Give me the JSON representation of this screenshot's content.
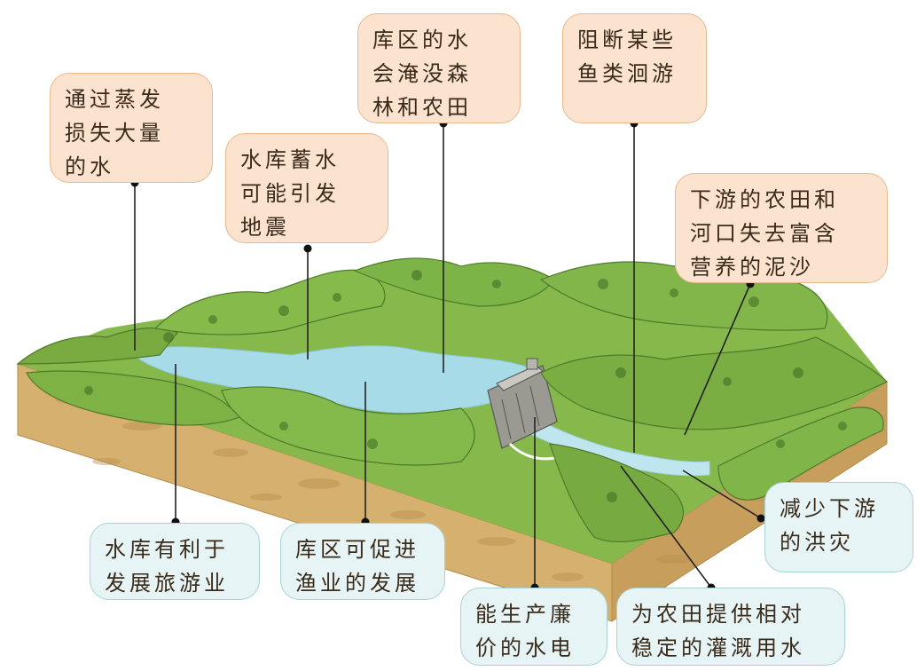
{
  "negative_effects": [
    {
      "id": "evaporation",
      "text": "通过蒸发\n损失大量\n的水"
    },
    {
      "id": "earthquake",
      "text": "水库蓄水\n可能引发\n地震"
    },
    {
      "id": "flooding",
      "text": "库区的水\n会淹没森\n林和农田"
    },
    {
      "id": "fish",
      "text": "阻断某些\n鱼类洄游"
    },
    {
      "id": "silt",
      "text": "下游的农田和\n河口失去富含\n营养的泥沙"
    }
  ],
  "positive_effects": [
    {
      "id": "tourism",
      "text": "水库有利于\n发展旅游业"
    },
    {
      "id": "fishery",
      "text": "库区可促进\n渔业的发展"
    },
    {
      "id": "hydropower",
      "text": "能生产廉\n价的水电"
    },
    {
      "id": "irrigation",
      "text": "为农田提供相对\n稳定的灌溉用水"
    },
    {
      "id": "flood_control",
      "text": "减少下游\n的洪灾"
    }
  ],
  "colors": {
    "negative_box": "#fbe3cf",
    "positive_box": "#e6f4f5",
    "water": "#a8dbe8",
    "hills": "#7fae45",
    "soil": "#d9b676"
  }
}
